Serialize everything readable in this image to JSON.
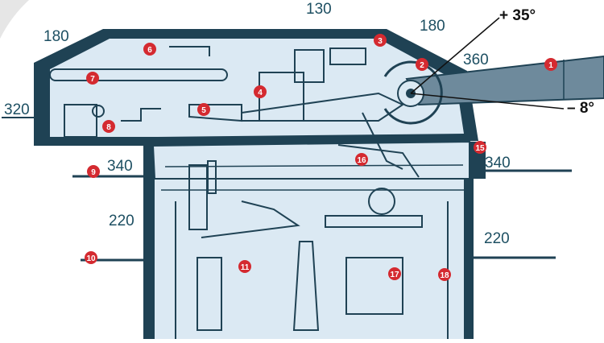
{
  "diagram": {
    "dimensions": {
      "roof_width": "130",
      "rear_roof_height": "180",
      "front_roof_height": "180",
      "barbette_top_height": "360",
      "rear_face_height": "320",
      "upper_wall_left": "340",
      "upper_wall_right": "340",
      "lower_wall_left": "220",
      "lower_wall_right": "220"
    },
    "angles": {
      "max_elevation": "+ 35°",
      "max_depression": "– 8°"
    },
    "markers": [
      "1",
      "2",
      "3",
      "4",
      "5",
      "6",
      "7",
      "8",
      "9",
      "10",
      "11",
      "15",
      "16",
      "17",
      "18"
    ]
  },
  "colors": {
    "outline": "#1f4254",
    "fill": "#dbe9f3",
    "barrel": "#6e8a9c",
    "marker": "#d42a30",
    "corner": "#e6e6e6",
    "dim_text": "#1d4f62"
  }
}
